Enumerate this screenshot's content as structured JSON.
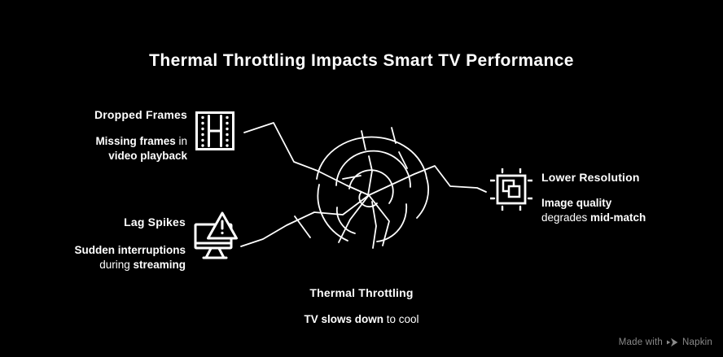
{
  "title": "Thermal Throttling Impacts Smart TV Performance",
  "colors": {
    "background": "#000000",
    "foreground": "#ffffff",
    "footer_text": "#8a8a8a"
  },
  "center_graphic": "hand-drawn-spiral-web",
  "nodes": [
    {
      "id": "dropped-frames",
      "title": "Dropped Frames",
      "icon": "film-strip-icon",
      "description": [
        {
          "text": "Missing frames",
          "bold": true
        },
        {
          "text": " in ",
          "bold": false
        },
        {
          "text": "video playback",
          "bold": true
        }
      ]
    },
    {
      "id": "lag-spikes",
      "title": "Lag Spikes",
      "icon": "monitor-warning-icon",
      "description": [
        {
          "text": "Sudden interruptions",
          "bold": true
        },
        {
          "text": " during ",
          "bold": false
        },
        {
          "text": "streaming",
          "bold": true
        }
      ]
    },
    {
      "id": "lower-resolution",
      "title": "Lower Resolution",
      "icon": "image-quality-icon",
      "description": [
        {
          "text": "Image quality",
          "bold": true
        },
        {
          "text": " degrades ",
          "bold": false
        },
        {
          "text": "mid-match",
          "bold": true
        }
      ]
    },
    {
      "id": "thermal-throttling",
      "title": "Thermal Throttling",
      "icon": null,
      "description": [
        {
          "text": "TV slows down",
          "bold": true
        },
        {
          "text": " to cool",
          "bold": false
        }
      ]
    }
  ],
  "footer": {
    "made_with": "Made with",
    "brand": "Napkin"
  }
}
